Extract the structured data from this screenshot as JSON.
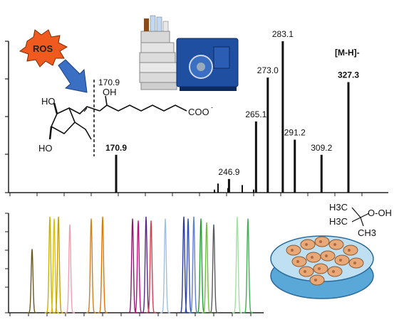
{
  "spectrum": {
    "peaks": [
      {
        "mz_label": "170.9",
        "intensity": 0.25,
        "bold": true
      },
      {
        "mz_label": "246.9",
        "intensity": 0.09,
        "bold": false
      },
      {
        "mz_label": "265.1",
        "intensity": 0.47,
        "bold": false
      },
      {
        "mz_label": "273.0",
        "intensity": 0.76,
        "bold": false
      },
      {
        "mz_label": "283.1",
        "intensity": 1.0,
        "bold": false
      },
      {
        "mz_label": "291.2",
        "intensity": 0.35,
        "bold": false
      },
      {
        "mz_label": "309.2",
        "intensity": 0.25,
        "bold": false
      },
      {
        "mz_label": "327.3",
        "intensity": 0.73,
        "bold": true
      }
    ],
    "minor_peaks": [
      0.02,
      0.06,
      0.03,
      0.05,
      0.02
    ],
    "ion_label": "[M-H]-",
    "cleavage_label": "170.9"
  },
  "molecule": {
    "oh_top": "HO",
    "oh_chain": "OH",
    "oh_bottom": "HO",
    "carboxylate": "COO",
    "charge": "-"
  },
  "ros": {
    "label": "ROS",
    "color": "#f05a1e"
  },
  "tbhp": {
    "h3c": "H3C",
    "ooh": "O-OH",
    "ch3": "CH3"
  },
  "chromatogram": {
    "peak_colors": [
      "#6b5a1e",
      "#c8b400",
      "#e0c000",
      "#c9a000",
      "#f0a0b0",
      "#d08020",
      "#e07800",
      "#8b1a6e",
      "#c01080",
      "#5a2a8a",
      "#d04050",
      "#a0c0e0",
      "#2a3a9a",
      "#3050c0",
      "#6080d0",
      "#20a030",
      "#70c040",
      "#5a5a5a",
      "#a0e0a0",
      "#40b050"
    ]
  }
}
